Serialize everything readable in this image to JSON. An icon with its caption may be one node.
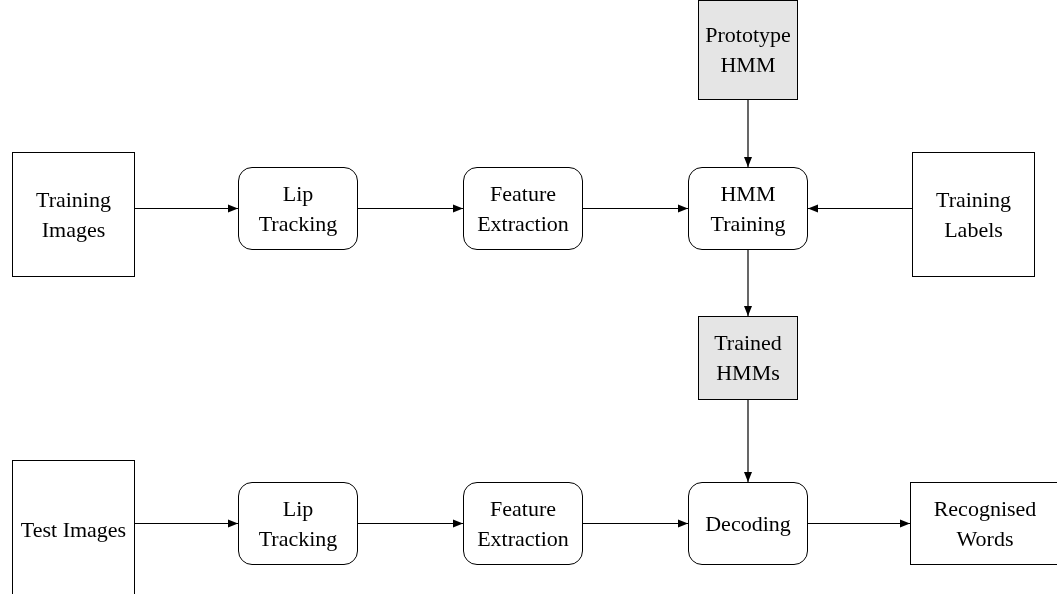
{
  "diagram": {
    "nodes": [
      {
        "text": [
          "Prototype HMM"
        ]
      },
      {
        "text": [
          "Training Images"
        ]
      },
      {
        "text": [
          "Lip Tracking"
        ]
      },
      {
        "text": [
          "Feature Extraction"
        ]
      },
      {
        "text": [
          "HMM Training"
        ]
      },
      {
        "text": [
          "Training Labels"
        ]
      },
      {
        "text": [
          "Trained HMMs"
        ]
      },
      {
        "text": [
          "Test Images"
        ]
      },
      {
        "text": [
          "Lip Tracking"
        ]
      },
      {
        "text": [
          "Feature Extraction"
        ]
      },
      {
        "text": [
          "Decoding"
        ]
      },
      {
        "text": [
          "Recognised Words"
        ]
      }
    ],
    "edges": [
      {
        "from": 1,
        "to": 2,
        "arrow": "to"
      },
      {
        "from": 2,
        "to": 3,
        "arrow": "to"
      },
      {
        "from": 3,
        "to": 4,
        "arrow": "to"
      },
      {
        "from": 5,
        "to": 4,
        "arrow": "to"
      },
      {
        "from": 0,
        "to": 4,
        "arrow": "to"
      },
      {
        "from": 4,
        "to": 6,
        "arrow": "to"
      },
      {
        "from": 6,
        "to": 10,
        "arrow": "to"
      },
      {
        "from": 7,
        "to": 8,
        "arrow": "to"
      },
      {
        "from": 8,
        "to": 9,
        "arrow": "to"
      },
      {
        "from": 9,
        "to": 10,
        "arrow": "to"
      },
      {
        "from": 10,
        "to": 11,
        "arrow": "to"
      }
    ]
  }
}
